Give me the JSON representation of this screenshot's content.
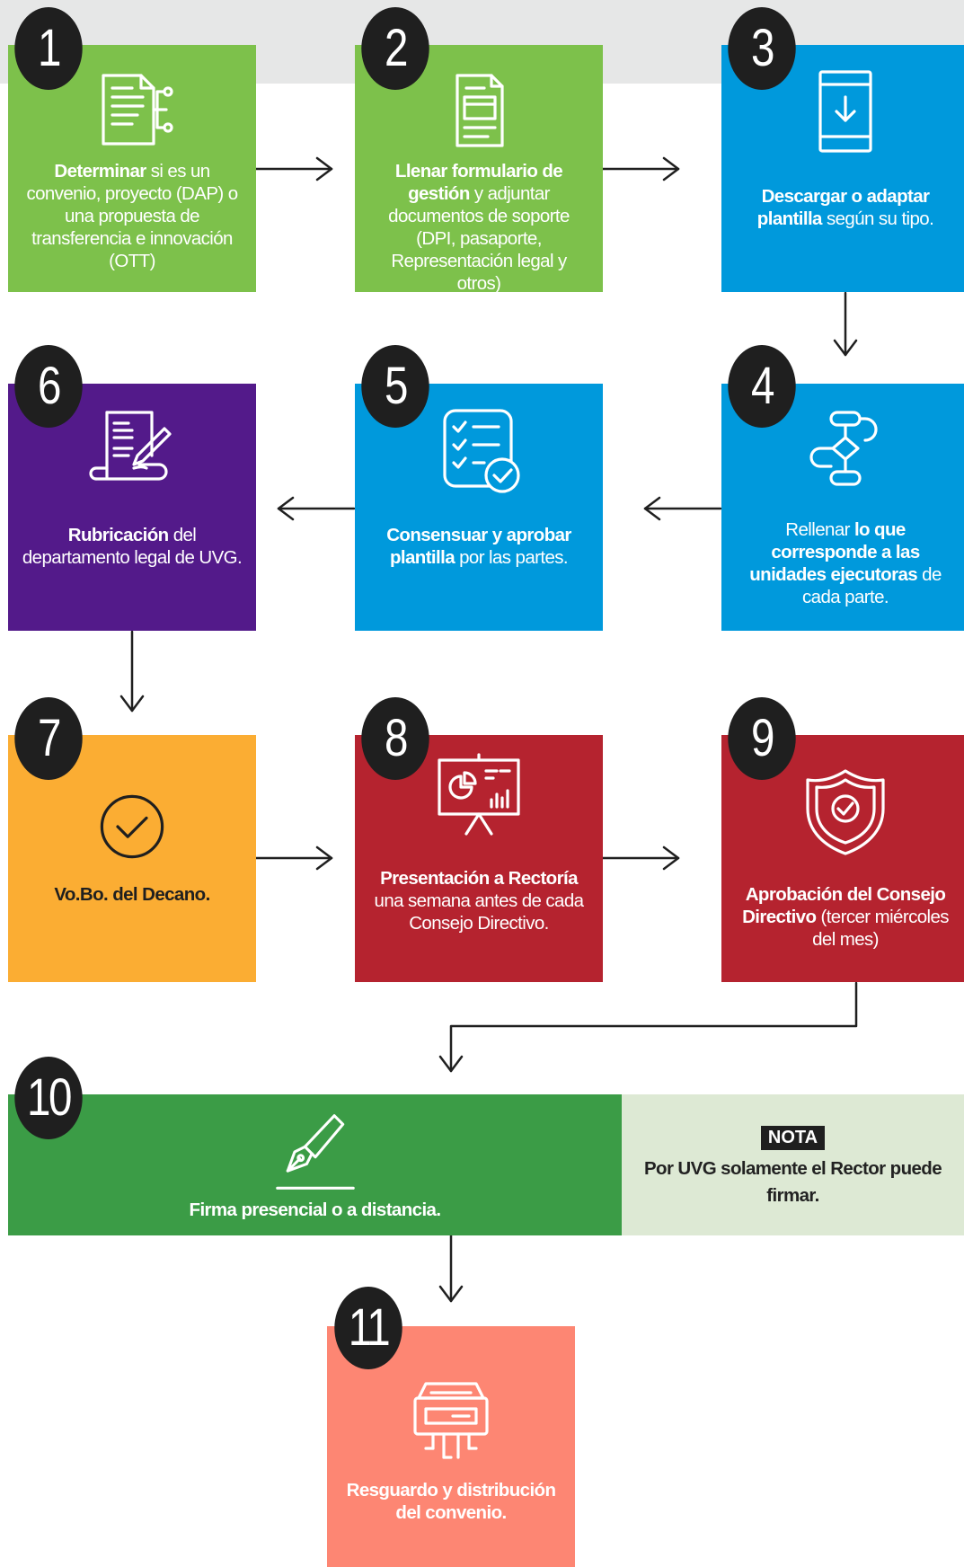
{
  "steps": [
    {
      "number": "1",
      "bold": "Determinar",
      "text": " si es un convenio, proyecto (DAP) o una propuesta de transferencia e innovación (OTT)",
      "icon": "document-network-icon",
      "color": "#7dc14b"
    },
    {
      "number": "2",
      "bold": "Llenar formulario de gestión",
      "text": " y adjuntar documentos de soporte (DPI, pasaporte, Representación legal y otros)",
      "icon": "form-document-icon",
      "color": "#7dc14b"
    },
    {
      "number": "3",
      "bold": "Descargar o adaptar plantilla",
      "text": " según su tipo.",
      "icon": "mobile-download-icon",
      "color": "#0099dc"
    },
    {
      "number": "4",
      "pre": "Rellenar ",
      "bold": "lo que corresponde a las unidades ejecutoras",
      "text": " de cada parte.",
      "icon": "flowchart-icon",
      "color": "#0099dc"
    },
    {
      "number": "5",
      "bold": "Consensuar y aprobar plantilla",
      "text": " por las partes.",
      "icon": "checklist-icon",
      "color": "#0099dc"
    },
    {
      "number": "6",
      "bold": "Rubricación",
      "text": " del departamento legal de UVG.",
      "icon": "contract-signing-icon",
      "color": "#531a8a"
    },
    {
      "number": "7",
      "bold": "Vo.Bo. del Decano.",
      "text": "",
      "icon": "check-circle-icon",
      "color": "#fbad33"
    },
    {
      "number": "8",
      "bold": "Presentación a Rectoría",
      "text": " una semana antes de cada Consejo Directivo.",
      "icon": "presentation-board-icon",
      "color": "#b5232f"
    },
    {
      "number": "9",
      "bold": "Aprobación del Consejo Directivo",
      "text": " (tercer miércoles del mes)",
      "icon": "shield-check-icon",
      "color": "#b5232f"
    },
    {
      "number": "10",
      "bold": "Firma presencial o a distancia.",
      "text": "",
      "icon": "fountain-pen-icon",
      "color": "#3b9c46"
    },
    {
      "number": "11",
      "bold": "Resguardo y distribución del convenio.",
      "text": "",
      "icon": "archive-tray-icon",
      "color": "#fd8673"
    }
  ],
  "note": {
    "tag": "NOTA",
    "text": "Por UVG solamente el Rector puede firmar."
  }
}
